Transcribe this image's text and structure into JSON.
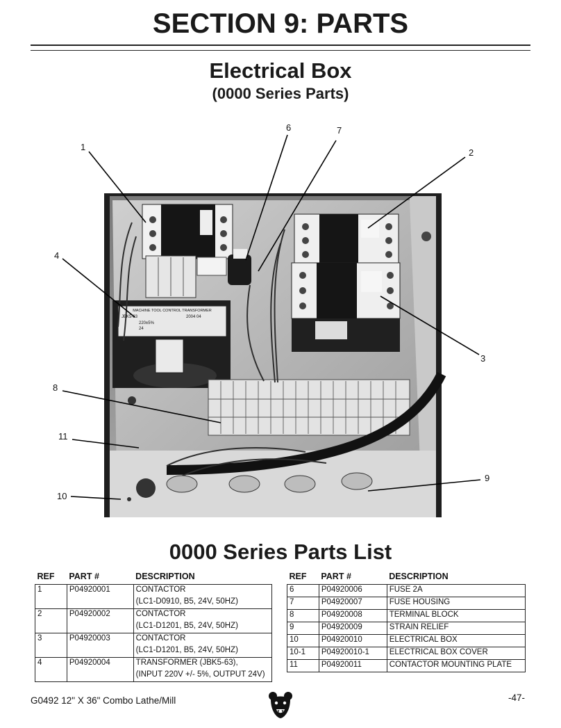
{
  "header": {
    "section_title": "SECTION 9: PARTS",
    "diagram_title": "Electrical Box",
    "diagram_subtitle": "(0000 Series Parts)"
  },
  "photo": {
    "callouts": [
      "1",
      "2",
      "3",
      "4",
      "6",
      "7",
      "8",
      "9",
      "10",
      "11"
    ],
    "transformer_label": "MACHINE TOOL CONTROL TRANSFORMER",
    "transformer_model": "JBK5-63",
    "transformer_date": "2004 04",
    "transformer_input": "220±5%",
    "transformer_output": "24"
  },
  "parts_list": {
    "title": "0000 Series Parts List",
    "headers": [
      "REF",
      "PART #",
      "DESCRIPTION"
    ],
    "left": [
      {
        "ref": "1",
        "part": "P04920001",
        "desc": [
          "CONTACTOR",
          "(LC1-D0910, B5, 24V, 50HZ)"
        ]
      },
      {
        "ref": "2",
        "part": "P04920002",
        "desc": [
          "CONTACTOR",
          "(LC1-D1201, B5, 24V, 50HZ)"
        ]
      },
      {
        "ref": "3",
        "part": "P04920003",
        "desc": [
          "CONTACTOR",
          "(LC1-D1201, B5, 24V, 50HZ)"
        ]
      },
      {
        "ref": "4",
        "part": "P04920004",
        "desc": [
          "TRANSFORMER  (JBK5-63),",
          "(INPUT 220V +/- 5%, OUTPUT 24V)"
        ]
      }
    ],
    "right": [
      {
        "ref": "6",
        "part": "P04920006",
        "desc": "FUSE 2A"
      },
      {
        "ref": "7",
        "part": "P04920007",
        "desc": "FUSE HOUSING"
      },
      {
        "ref": "8",
        "part": "P04920008",
        "desc": "TERMINAL BLOCK"
      },
      {
        "ref": "9",
        "part": "P04920009",
        "desc": "STRAIN RELIEF"
      },
      {
        "ref": "10",
        "part": "P04920010",
        "desc": "ELECTRICAL BOX"
      },
      {
        "ref": "10-1",
        "part": "P04920010-1",
        "desc": "ELECTRICAL BOX COVER"
      },
      {
        "ref": "11",
        "part": "P04920011",
        "desc": "CONTACTOR MOUNTING PLATE"
      }
    ]
  },
  "footer": {
    "model": "G0492 12\" X 36\" Combo Lathe/Mill",
    "page": "-47-"
  }
}
